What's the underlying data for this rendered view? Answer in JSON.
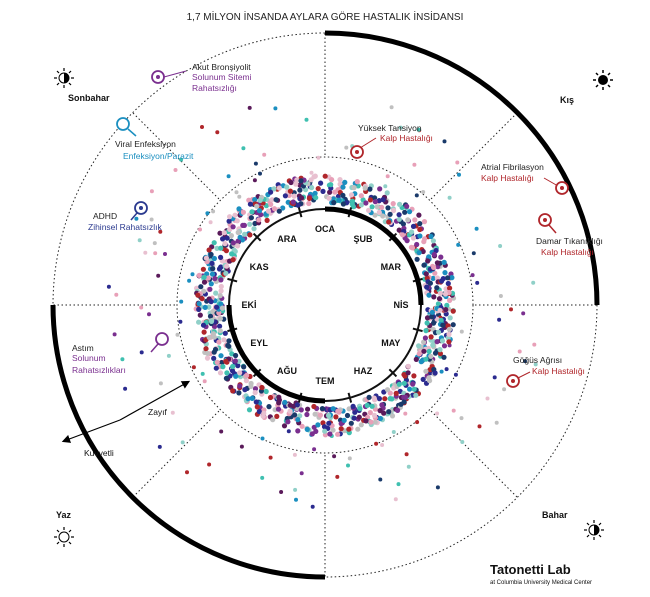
{
  "title": "1,7 MİLYON İNSANDA AYLARA GÖRE HASTALIK İNSİDANSI",
  "months": [
    "OCA",
    "ŞUB",
    "MAR",
    "NİS",
    "MAY",
    "HAZ",
    "TEM",
    "AĞU",
    "EYL",
    "EKİ",
    "KAS",
    "ARA"
  ],
  "seasons": {
    "winter": "Kış",
    "spring": "Bahar",
    "summer": "Yaz",
    "autumn": "Sonbahar"
  },
  "scale": {
    "weak": "Zayıf",
    "strong": "Kuvvetli"
  },
  "diseases": [
    {
      "id": "acute-bronchiolitis",
      "name": "Akut Bronşiyolit",
      "category_lines": [
        "Solunum Sitemi",
        "Rahatsızlığı"
      ],
      "color": "#7a2f8f"
    },
    {
      "id": "viral-infection",
      "name": "Viral Enfeksiyon",
      "category_lines": [
        "Enfeksiyon/Parazit"
      ],
      "color": "#1b8fc0"
    },
    {
      "id": "adhd",
      "name": "ADHD",
      "category_lines": [
        "Zihinsel Rahatsızlık"
      ],
      "color": "#2b3a8f"
    },
    {
      "id": "asthma",
      "name": "Astım",
      "category_lines": [
        "Solunum",
        "Rahatsızlıkları"
      ],
      "color": "#7a2f8f"
    },
    {
      "id": "hypertension",
      "name": "Yüksek Tansiyon",
      "category_lines": [
        "Kalp Hastalığı"
      ],
      "color": "#b0262b"
    },
    {
      "id": "atrial-fibrillation",
      "name": "Atrial Fibrilasyon",
      "category_lines": [
        "Kalp Hastalığı"
      ],
      "color": "#b0262b"
    },
    {
      "id": "vascular-occlusion",
      "name": "Damar Tıkanıklığı",
      "category_lines": [
        "Kalp Hastalığı"
      ],
      "color": "#b0262b"
    },
    {
      "id": "chest-pain",
      "name": "Göğüs Ağrısı",
      "category_lines": [
        "Kalp Hastalığı"
      ],
      "color": "#b0262b"
    }
  ],
  "credit": {
    "name": "Tatonetti Lab",
    "affiliation": "at Columbia University Medical Center"
  }
}
